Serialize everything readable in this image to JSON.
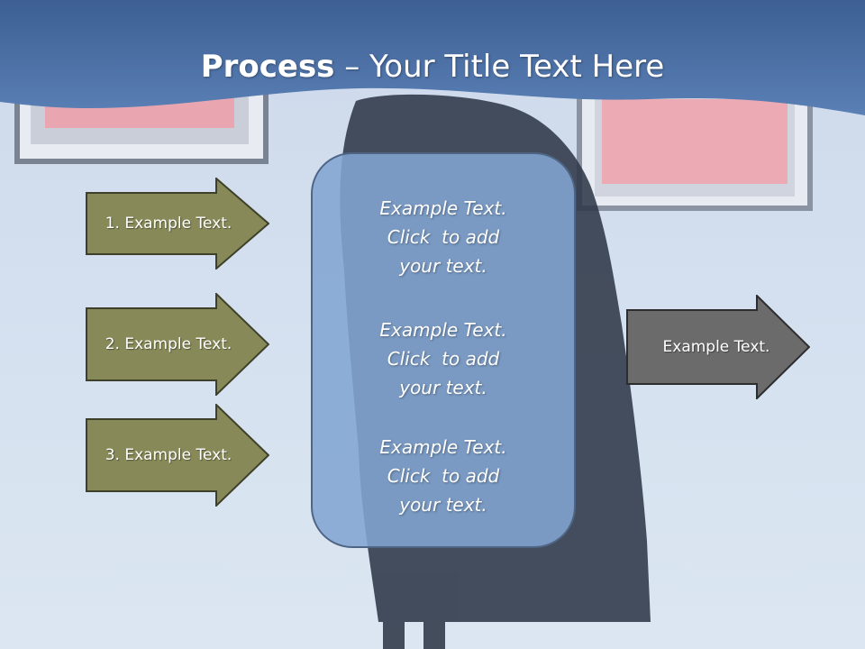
{
  "title": {
    "bold": "Process",
    "rest": " – Your Title Text Here"
  },
  "inputs": [
    {
      "label": "1. Example Text."
    },
    {
      "label": "2. Example Text."
    },
    {
      "label": "3. Example Text."
    }
  ],
  "center": {
    "blocks": [
      {
        "line1": "Example Text.",
        "line2": "Click  to add",
        "line3": "your text."
      },
      {
        "line1": "Example Text.",
        "line2": "Click  to add",
        "line3": "your text."
      },
      {
        "line1": "Example Text.",
        "line2": "Click  to add",
        "line3": "your text."
      }
    ]
  },
  "output": {
    "label": "Example Text."
  },
  "colors": {
    "header": "#4a70a6",
    "input_arrow_fill": "#878a58",
    "output_arrow_fill": "#6b6b6b",
    "center_fill": "#82a5d2"
  }
}
